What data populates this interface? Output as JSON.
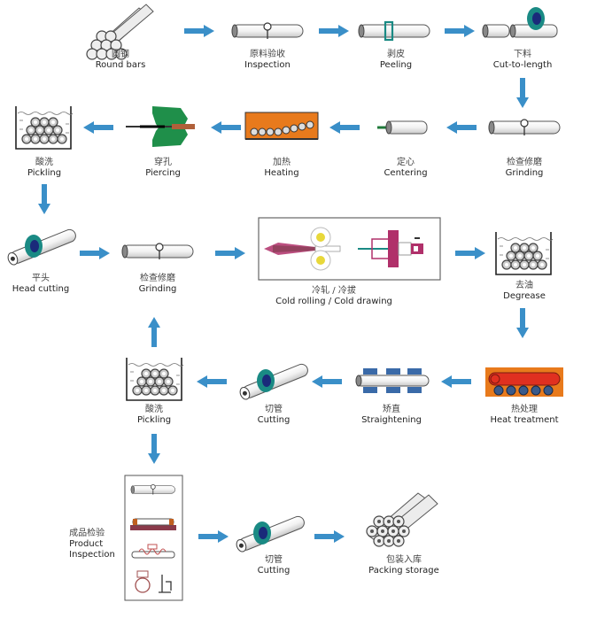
{
  "title": "Seamless steel tube production process",
  "colors": {
    "arrow": "#3a8fc8",
    "tube_fill": "#eeeeee",
    "tube_stroke": "#555555",
    "cutter_ring": "#1a8a84",
    "cutter_core": "#1a2a7a",
    "piercer_green": "#1f8f4a",
    "furnace_orange": "#e87a1c",
    "billet_red": "#e03020",
    "roll_yellow": "#e8d83a",
    "die_magenta": "#b0306a",
    "straightener_blue": "#3a6aa8"
  },
  "steps": [
    {
      "id": "round-bars",
      "zh": "圆钢",
      "en": "Round bars"
    },
    {
      "id": "inspection",
      "zh": "原料验收",
      "en": "Inspection"
    },
    {
      "id": "peeling",
      "zh": "剥皮",
      "en": "Peeling"
    },
    {
      "id": "cut-to-length",
      "zh": "下料",
      "en": "Cut-to-length"
    },
    {
      "id": "grinding-1",
      "zh": "检查修磨",
      "en": "Grinding"
    },
    {
      "id": "centering",
      "zh": "定心",
      "en": "Centering"
    },
    {
      "id": "heating",
      "zh": "加热",
      "en": "Heating"
    },
    {
      "id": "piercing",
      "zh": "穿孔",
      "en": "Piercing"
    },
    {
      "id": "pickling-1",
      "zh": "酸洗",
      "en": "Pickling"
    },
    {
      "id": "head-cutting",
      "zh": "平头",
      "en": "Head cutting"
    },
    {
      "id": "grinding-2",
      "zh": "检查修磨",
      "en": "Grinding"
    },
    {
      "id": "cold-rolling",
      "zh": "冷轧 / 冷拔",
      "en": "Cold rolling / Cold drawing"
    },
    {
      "id": "degrease",
      "zh": "去油",
      "en": "Degrease"
    },
    {
      "id": "heat-treatment",
      "zh": "热处理",
      "en": "Heat treatment"
    },
    {
      "id": "straightening",
      "zh": "矫直",
      "en": "Straightening"
    },
    {
      "id": "cutting-1",
      "zh": "切管",
      "en": "Cutting"
    },
    {
      "id": "pickling-2",
      "zh": "酸洗",
      "en": "Pickling"
    },
    {
      "id": "product-inspection",
      "zh": "成品检验",
      "en": "Product",
      "en2": "Inspection"
    },
    {
      "id": "cutting-2",
      "zh": "切管",
      "en": "Cutting"
    },
    {
      "id": "packing",
      "zh": "包装入库",
      "en": "Packing storage"
    }
  ],
  "flow": [
    [
      "round-bars",
      "inspection"
    ],
    [
      "inspection",
      "peeling"
    ],
    [
      "peeling",
      "cut-to-length"
    ],
    [
      "cut-to-length",
      "grinding-1"
    ],
    [
      "grinding-1",
      "centering"
    ],
    [
      "centering",
      "heating"
    ],
    [
      "heating",
      "piercing"
    ],
    [
      "piercing",
      "pickling-1"
    ],
    [
      "pickling-1",
      "head-cutting"
    ],
    [
      "head-cutting",
      "grinding-2"
    ],
    [
      "grinding-2",
      "cold-rolling"
    ],
    [
      "cold-rolling",
      "degrease"
    ],
    [
      "degrease",
      "heat-treatment"
    ],
    [
      "heat-treatment",
      "straightening"
    ],
    [
      "straightening",
      "cutting-1"
    ],
    [
      "cutting-1",
      "pickling-2"
    ],
    [
      "pickling-2",
      "grinding-2"
    ],
    [
      "pickling-2",
      "product-inspection"
    ],
    [
      "product-inspection",
      "cutting-2"
    ],
    [
      "cutting-2",
      "packing"
    ]
  ]
}
